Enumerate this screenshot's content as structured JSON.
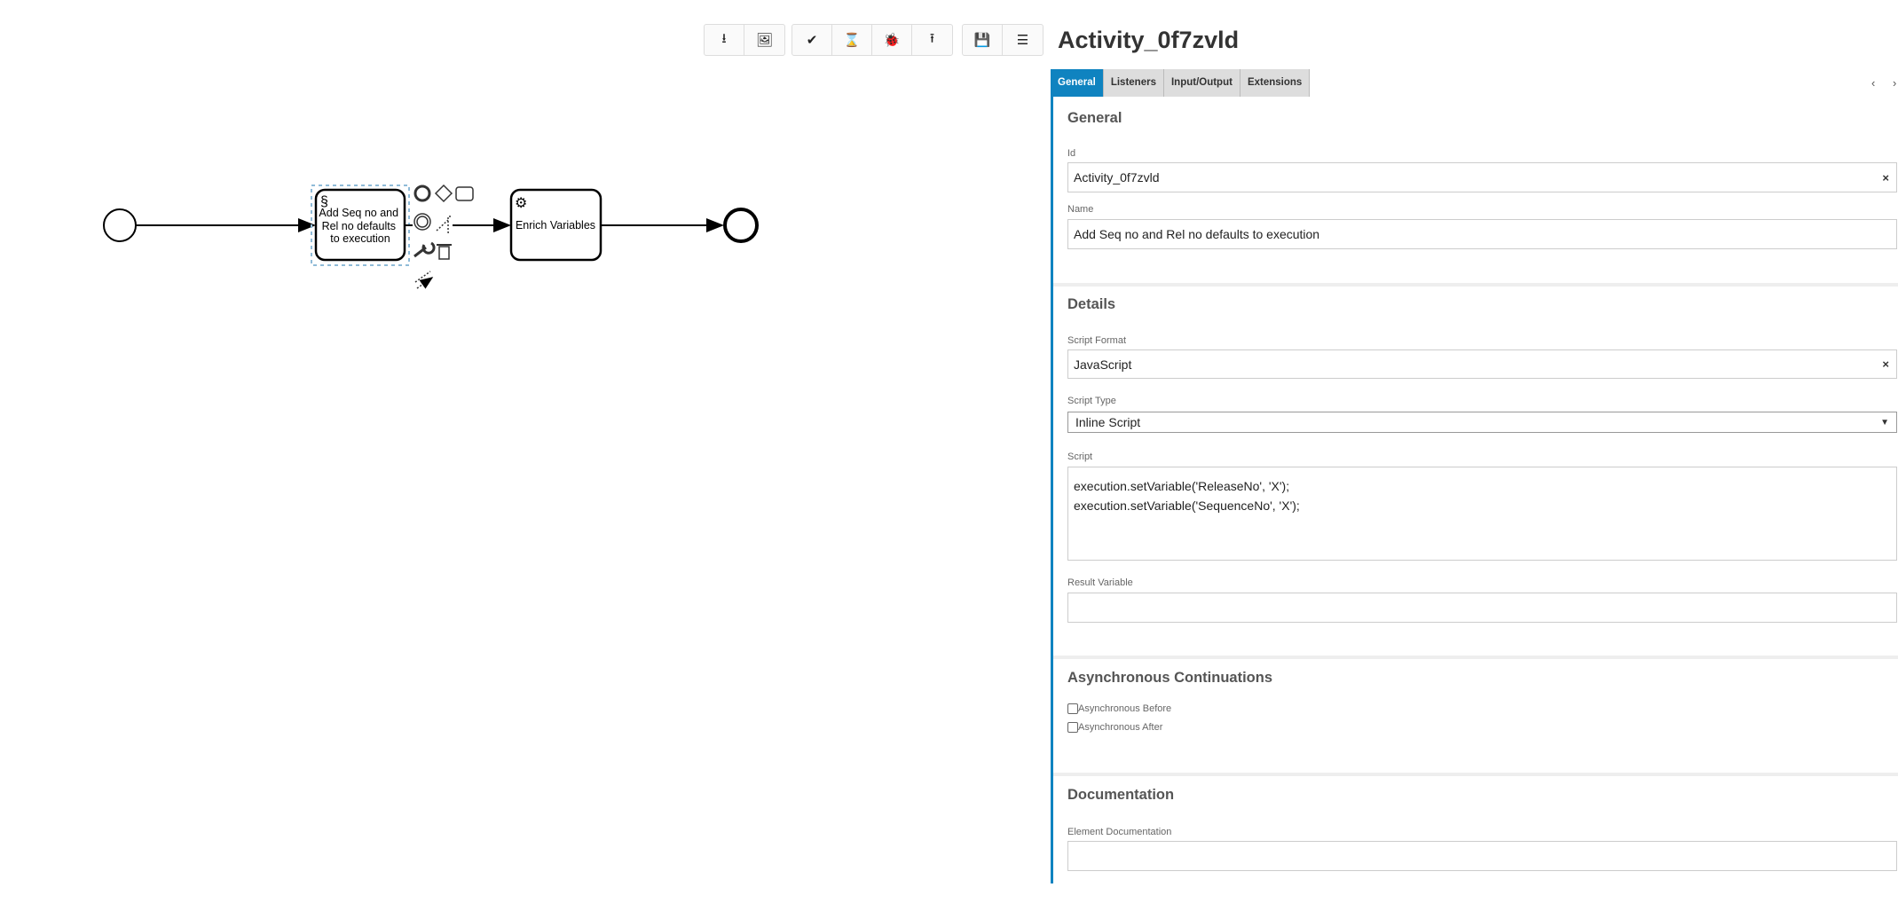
{
  "toolbar": {
    "groups": [
      [
        "download-icon",
        "image-icon"
      ],
      [
        "check-icon",
        "hourglass-icon",
        "bug-icon",
        "upload-icon"
      ],
      [
        "save-icon",
        "list-icon"
      ]
    ]
  },
  "diagram": {
    "task1": "Add Seq no and Rel no defaults to execution",
    "task1_lines": [
      "Add Seq no and",
      "Rel no defaults",
      "to execution"
    ],
    "task2": "Enrich Variables"
  },
  "panel": {
    "title": "Activity_0f7zvld",
    "tabs": [
      "General",
      "Listeners",
      "Input/Output",
      "Extensions"
    ],
    "prev": "‹",
    "next": "›",
    "general": {
      "heading": "General",
      "id_label": "Id",
      "id_value": "Activity_0f7zvld",
      "name_label": "Name",
      "name_value": "Add Seq no and Rel no defaults to execution",
      "clear": "×"
    },
    "details": {
      "heading": "Details",
      "script_format_label": "Script Format",
      "script_format_value": "JavaScript",
      "script_type_label": "Script Type",
      "script_type_value": "Inline Script",
      "script_label": "Script",
      "script_lines": [
        "execution.setVariable('ReleaseNo', 'X');",
        "execution.setVariable('SequenceNo', 'X');"
      ],
      "result_label": "Result Variable",
      "result_value": ""
    },
    "async": {
      "heading": "Asynchronous Continuations",
      "before": "Asynchronous Before",
      "after": "Asynchronous After"
    },
    "documentation": {
      "heading": "Documentation",
      "label": "Element Documentation"
    }
  }
}
